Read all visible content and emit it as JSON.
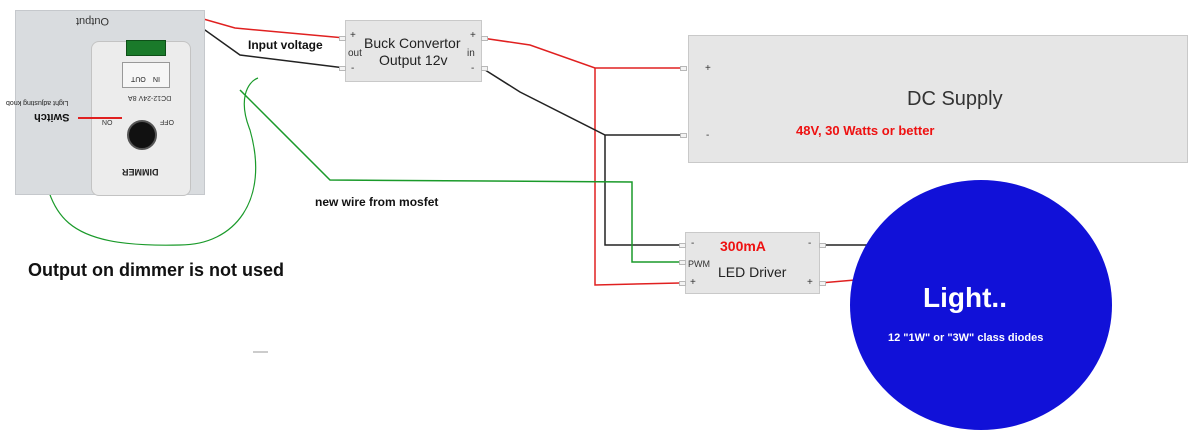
{
  "dimmer": {
    "output_label": "Output",
    "switch_label": "Switch",
    "knob_label": "Light adjusting knob",
    "model_label": "DC12-24V 8A",
    "title_label": "DIMMER",
    "on_label": "ON",
    "off_label": "OFF",
    "terminal_in": "IN",
    "terminal_out": "OUT"
  },
  "labels": {
    "input_voltage": "Input voltage",
    "new_wire": "new wire from mosfet",
    "dimmer_note": "Output on dimmer is not used"
  },
  "buck": {
    "title_line1": "Buck Convertor",
    "title_line2": "Output 12v",
    "out_label": "out",
    "in_label": "in",
    "plus": "+",
    "minus": "-"
  },
  "supply": {
    "title": "DC Supply",
    "spec": "48V, 30 Watts or better",
    "plus": "+",
    "minus": "-"
  },
  "driver": {
    "current": "300mA",
    "title": "LED Driver",
    "pwm": "PWM",
    "plus": "+",
    "minus": "-"
  },
  "light": {
    "title": "Light..",
    "subtitle": "12 \"1W\" or \"3W\" class diodes"
  },
  "colors": {
    "red_wire": "#e02020",
    "black_wire": "#222222",
    "green_wire": "#1a9a2a",
    "light_blue": "#1111d8",
    "spec_red": "#ee1111"
  }
}
